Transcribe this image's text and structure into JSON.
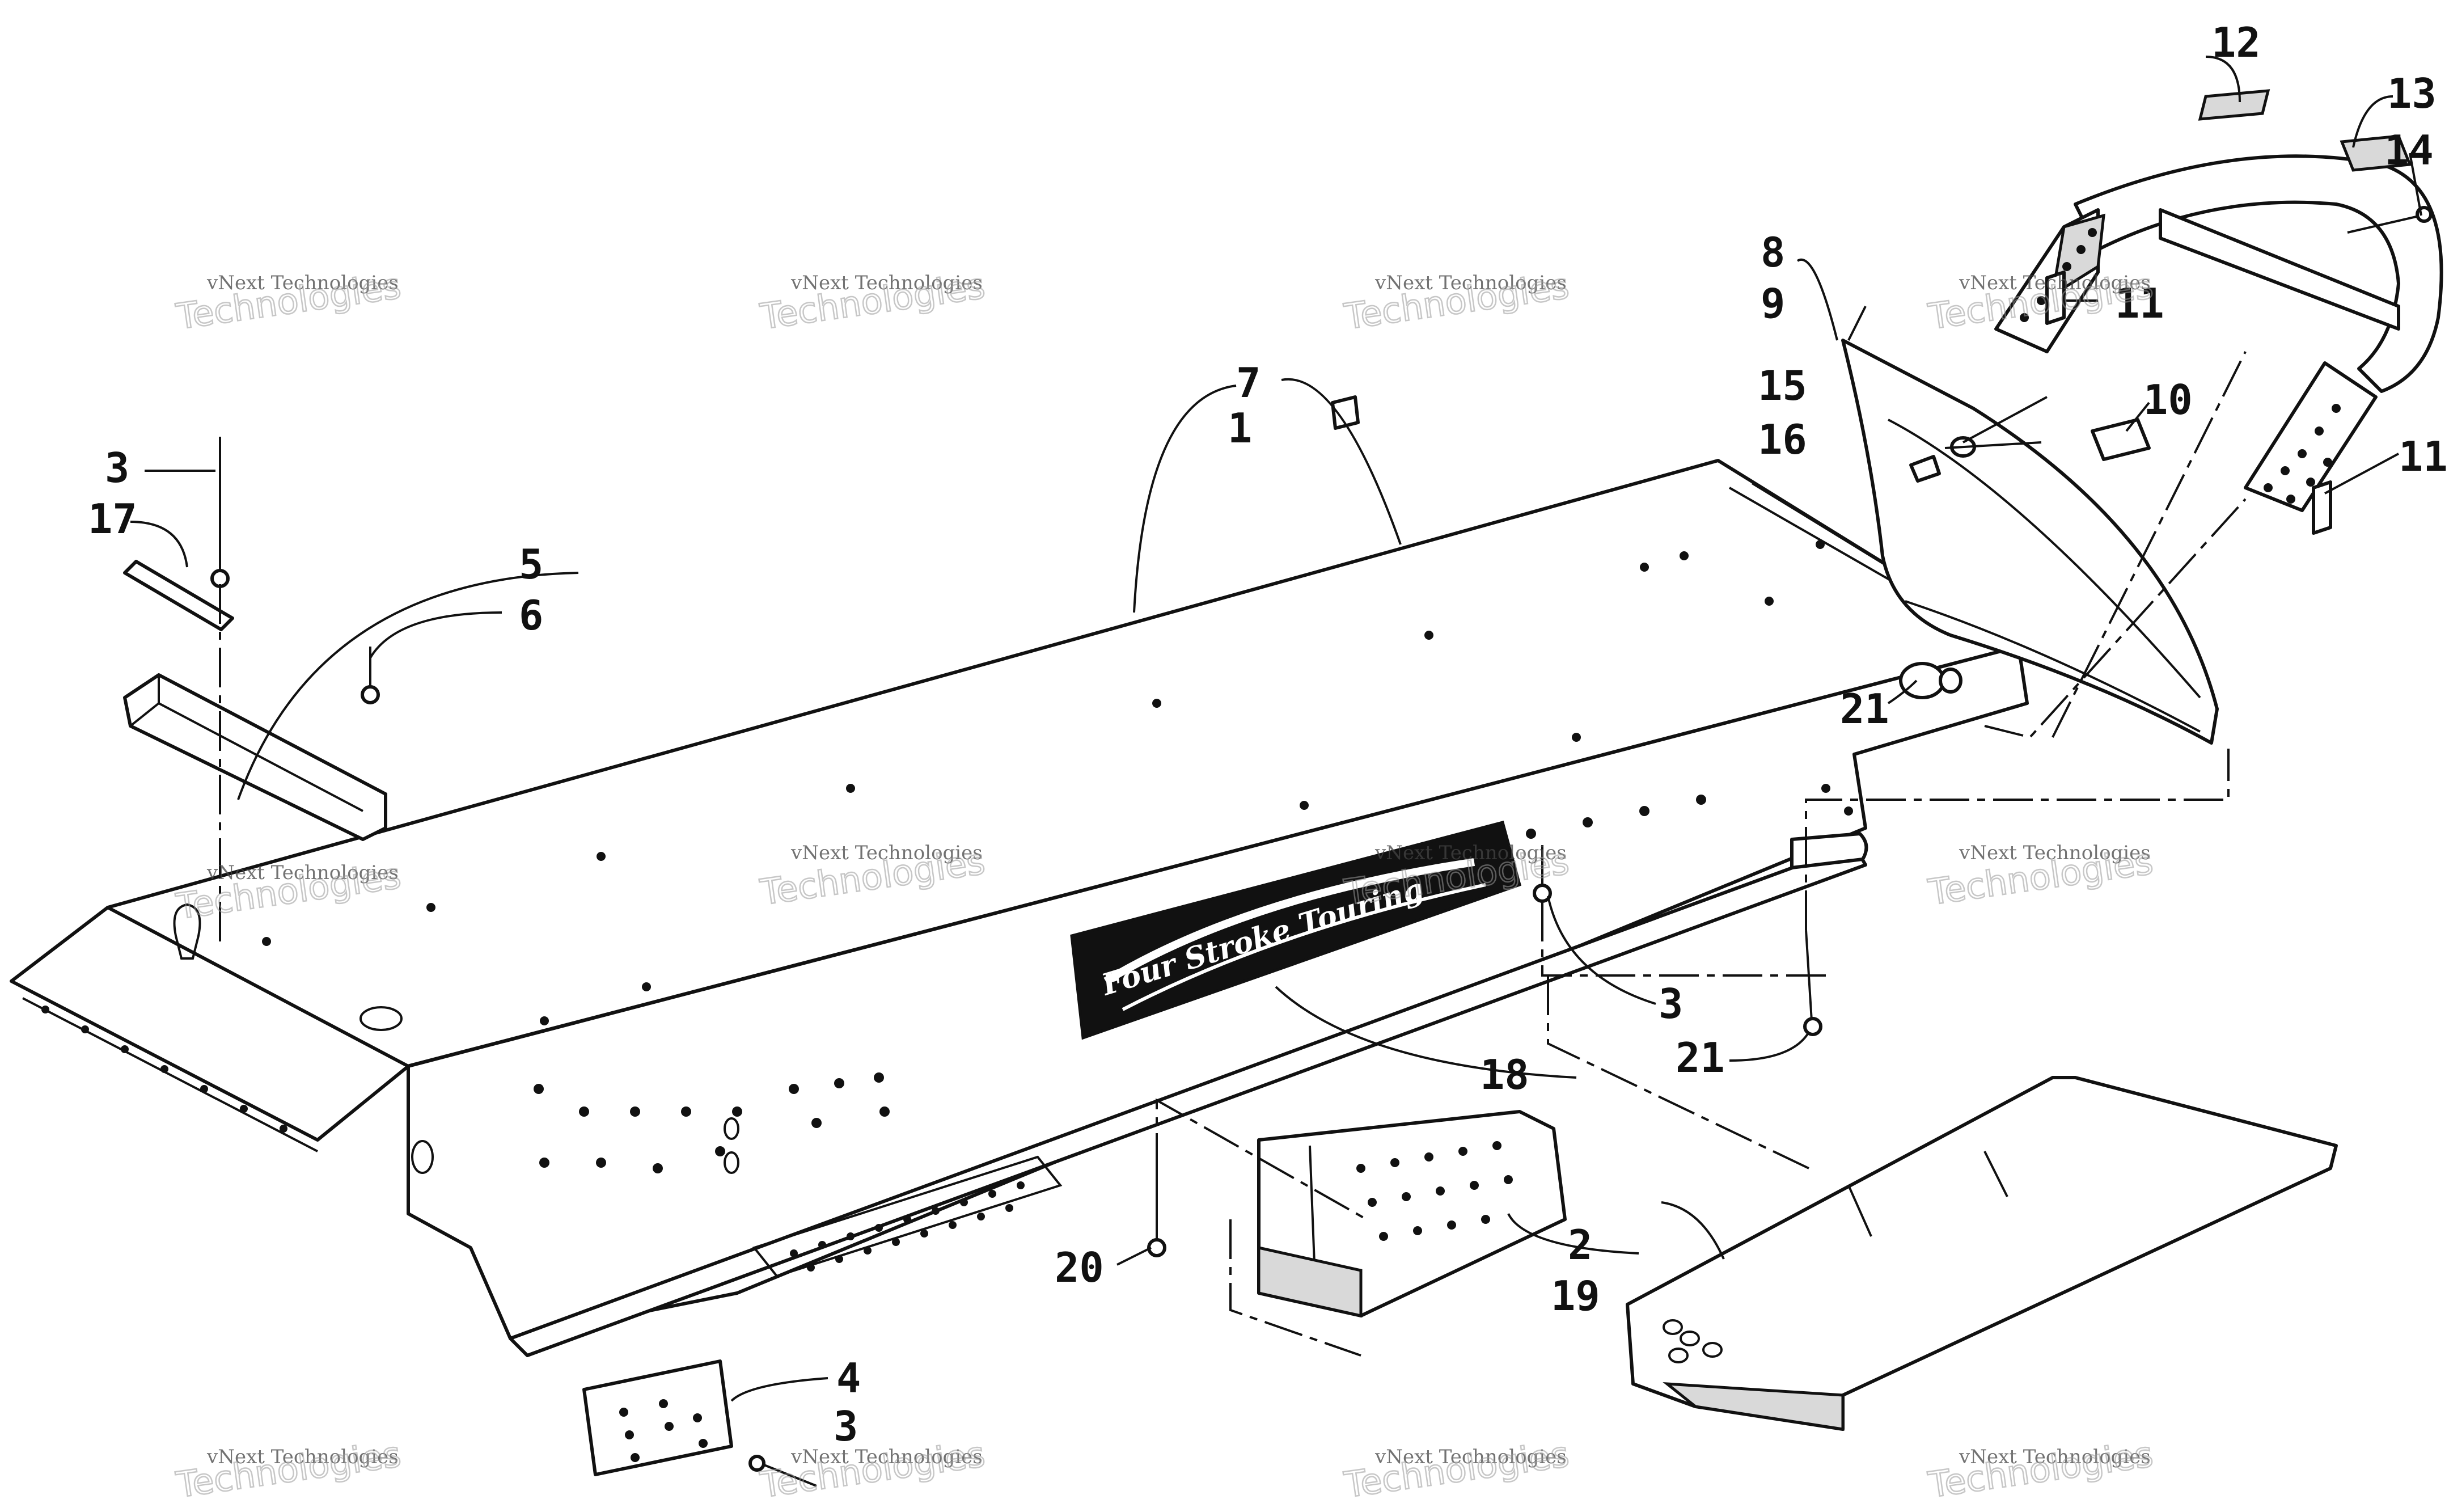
{
  "callouts": [
    {
      "id": "c1",
      "text": "1"
    },
    {
      "id": "c2",
      "text": "2"
    },
    {
      "id": "c3a",
      "text": "3"
    },
    {
      "id": "c3b",
      "text": "3"
    },
    {
      "id": "c3c",
      "text": "3"
    },
    {
      "id": "c4",
      "text": "4"
    },
    {
      "id": "c5",
      "text": "5"
    },
    {
      "id": "c6",
      "text": "6"
    },
    {
      "id": "c7",
      "text": "7"
    },
    {
      "id": "c8",
      "text": "8"
    },
    {
      "id": "c9",
      "text": "9"
    },
    {
      "id": "c10",
      "text": "10"
    },
    {
      "id": "c11a",
      "text": "11"
    },
    {
      "id": "c11b",
      "text": "11"
    },
    {
      "id": "c12",
      "text": "12"
    },
    {
      "id": "c13",
      "text": "13"
    },
    {
      "id": "c14",
      "text": "14"
    },
    {
      "id": "c15",
      "text": "15"
    },
    {
      "id": "c16",
      "text": "16"
    },
    {
      "id": "c17",
      "text": "17"
    },
    {
      "id": "c18",
      "text": "18"
    },
    {
      "id": "c19",
      "text": "19"
    },
    {
      "id": "c20",
      "text": "20"
    },
    {
      "id": "c21a",
      "text": "21"
    },
    {
      "id": "c21b",
      "text": "21"
    }
  ],
  "decal_text": "Four Stroke Touring",
  "watermark": {
    "line1": "vNext Technologies",
    "line2": "Technologies"
  },
  "colors": {
    "line": "#111111",
    "watermark": "#9a9a9a"
  }
}
